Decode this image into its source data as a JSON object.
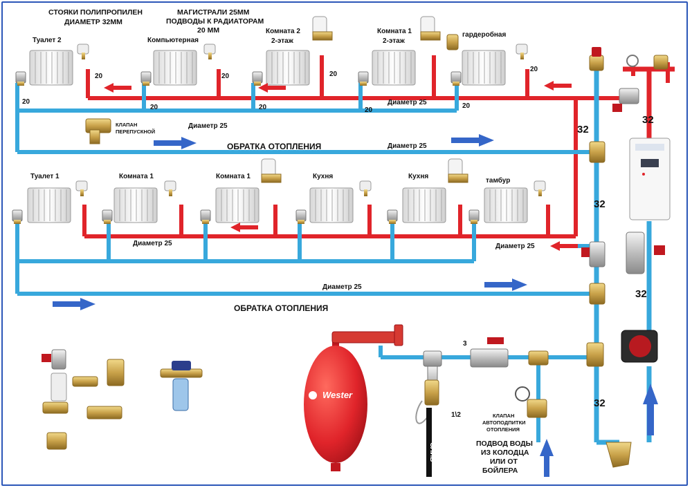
{
  "header": {
    "risers_line1": "СТОЯКИ ПОЛИПРОПИЛЕН",
    "risers_line2": "ДИАМЕТР 32ММ",
    "mains_line1": "МАГИСТРАЛИ 25ММ",
    "mains_line2": "ПОДВОДЫ К РАДИАТОРАМ",
    "mains_line3": "20 ММ"
  },
  "upper_floor": {
    "rooms": [
      {
        "name": "Туалет 2"
      },
      {
        "name": "Компьютерная"
      },
      {
        "name": "Комната 2",
        "name2": "2-этаж"
      },
      {
        "name": "Комната 1",
        "name2": "2-этаж"
      },
      {
        "name": "гардеробная"
      }
    ],
    "pipe_sizes": {
      "a": "20",
      "b": "20",
      "c": "20",
      "d": "20",
      "e": "20",
      "f": "20",
      "g": "20",
      "h": "20",
      "i": "20"
    },
    "diam_supply": "Диаметр 25",
    "diam_return": "Диаметр 25",
    "diam_left": "Диаметр 25",
    "bypass_valve_line1": "КЛАПАН",
    "bypass_valve_line2": "ПЕРЕПУСКНОЙ",
    "return_label": "ОБРАТКА ОТОПЛЕНИЯ"
  },
  "lower_floor": {
    "rooms": [
      {
        "name": "Туалет 1"
      },
      {
        "name": "Комната 1"
      },
      {
        "name": "Комната 1"
      },
      {
        "name": "Кухня"
      },
      {
        "name": "Кухня"
      },
      {
        "name": "тамбур"
      }
    ],
    "diam_supply": "Диаметр 25",
    "diam_right": "Диаметр 25",
    "diam_return": "Диаметр 25",
    "return_label": "ОБРАТКА ОТОПЛЕНИЯ"
  },
  "boiler_side": {
    "riser_sizes": {
      "top": "32",
      "boiler": "32",
      "mid": "32",
      "pump": "32",
      "bottom": "32"
    },
    "fitting_3": "3",
    "fitting_half": "1\\2",
    "drain_label": "СЛИВ",
    "tank_brand": "Wester",
    "makeup_valve_line1": "КЛАПАН",
    "makeup_valve_line2": "АВТОПОДПИТКИ",
    "makeup_valve_line3": "ОТОПЛЕНИЯ",
    "water_inlet_line1": "ПОДВОД ВОДЫ",
    "water_inlet_line2": "ИЗ КОЛОДЦА",
    "water_inlet_line3": "ИЛИ ОТ",
    "water_inlet_line4": "БОЙЛЕРА"
  },
  "colors": {
    "supply": "#e0242a",
    "return": "#38a8dc",
    "arrow": "#2f5fc0",
    "brass": "#c9a24a",
    "frame": "#2b56b8"
  }
}
